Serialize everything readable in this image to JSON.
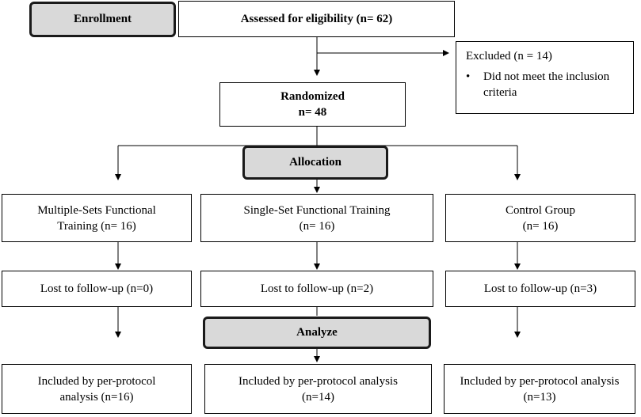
{
  "stages": {
    "enrollment": "Enrollment",
    "allocation": "Allocation",
    "analyze": "Analyze"
  },
  "assessed": "Assessed for eligibility (n= 62)",
  "excluded": {
    "title": "Excluded (n = 14)",
    "bullet": "•",
    "reason": "Did not meet the inclusion criteria"
  },
  "randomized": {
    "line1": "Randomized",
    "line2": "n= 48"
  },
  "groups": [
    {
      "allocation_line1": "Multiple-Sets Functional",
      "allocation_line2": "Training (n= 16)",
      "lost": "Lost to follow-up (n=0)",
      "analysis_line1": "Included by per-protocol",
      "analysis_line2": "analysis (n=16)"
    },
    {
      "allocation_line1": "Single-Set Functional Training",
      "allocation_line2": "(n= 16)",
      "lost": "Lost to follow-up (n=2)",
      "analysis_line1": "Included by per-protocol analysis",
      "analysis_line2": "(n=14)"
    },
    {
      "allocation_line1": "Control Group",
      "allocation_line2": "(n= 16)",
      "lost": "Lost to follow-up (n=3)",
      "analysis_line1": "Included by per-protocol analysis",
      "analysis_line2": "(n=13)"
    }
  ]
}
